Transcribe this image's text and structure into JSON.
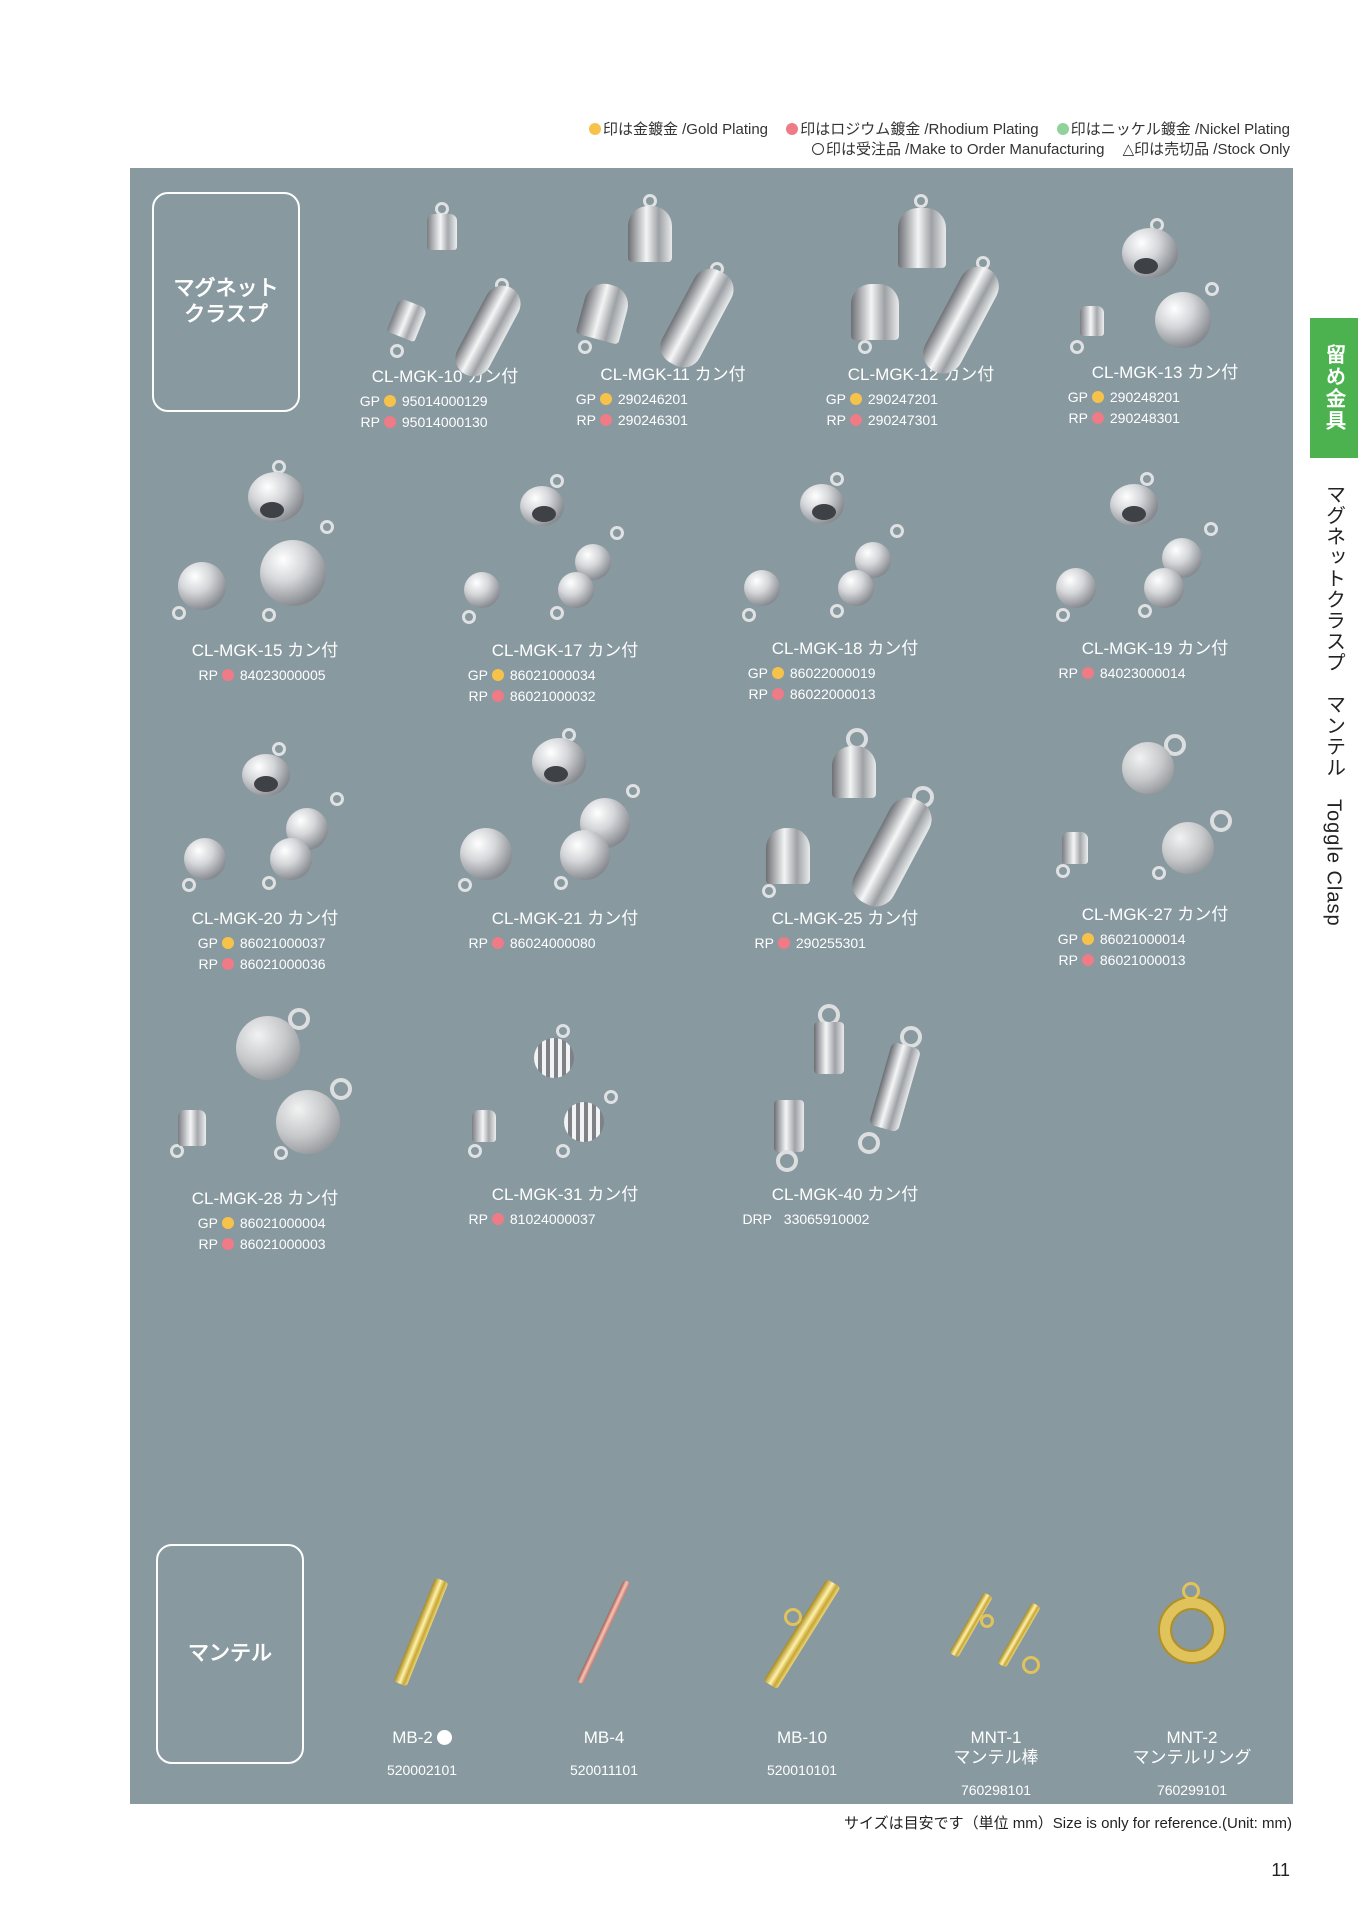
{
  "legend": {
    "gold": "印は金鍍金 /Gold Plating",
    "rhodium": "印はロジウム鍍金 /Rhodium Plating",
    "nickel": "印はニッケル鍍金 /Nickel Plating",
    "order": "印は受注品 /Make to Order Manufacturing",
    "stock": "△印は売切品 /Stock Only"
  },
  "colors": {
    "gold": "#f6c24a",
    "rhodium": "#ee7b86",
    "nickel": "#8fd39b",
    "panel": "#8899a0",
    "tab": "#4cb14f"
  },
  "section_magnet": "マグネット\nクラスプ",
  "section_mantel": "マンテル",
  "products": [
    {
      "name": "CL-MGK-10 カン付",
      "codes": [
        {
          "label": "GP",
          "dot": "gold",
          "code": "95014000129"
        },
        {
          "label": "RP",
          "dot": "rose",
          "code": "95014000130"
        }
      ]
    },
    {
      "name": "CL-MGK-11 カン付",
      "codes": [
        {
          "label": "GP",
          "dot": "gold",
          "code": "290246201"
        },
        {
          "label": "RP",
          "dot": "rose",
          "code": "290246301"
        }
      ]
    },
    {
      "name": "CL-MGK-12 カン付",
      "codes": [
        {
          "label": "GP",
          "dot": "gold",
          "code": "290247201"
        },
        {
          "label": "RP",
          "dot": "rose",
          "code": "290247301"
        }
      ]
    },
    {
      "name": "CL-MGK-13 カン付",
      "codes": [
        {
          "label": "GP",
          "dot": "gold",
          "code": "290248201"
        },
        {
          "label": "RP",
          "dot": "rose",
          "code": "290248301"
        }
      ]
    },
    {
      "name": "CL-MGK-15 カン付",
      "codes": [
        {
          "label": "RP",
          "dot": "rose",
          "code": "84023000005"
        }
      ]
    },
    {
      "name": "CL-MGK-17 カン付",
      "codes": [
        {
          "label": "GP",
          "dot": "gold",
          "code": "86021000034"
        },
        {
          "label": "RP",
          "dot": "rose",
          "code": "86021000032"
        }
      ]
    },
    {
      "name": "CL-MGK-18 カン付",
      "codes": [
        {
          "label": "GP",
          "dot": "gold",
          "code": "86022000019"
        },
        {
          "label": "RP",
          "dot": "rose",
          "code": "86022000013"
        }
      ]
    },
    {
      "name": "CL-MGK-19 カン付",
      "codes": [
        {
          "label": "RP",
          "dot": "rose",
          "code": "84023000014"
        }
      ]
    },
    {
      "name": "CL-MGK-20 カン付",
      "codes": [
        {
          "label": "GP",
          "dot": "gold",
          "code": "86021000037"
        },
        {
          "label": "RP",
          "dot": "rose",
          "code": "86021000036"
        }
      ]
    },
    {
      "name": "CL-MGK-21 カン付",
      "codes": [
        {
          "label": "RP",
          "dot": "rose",
          "code": "86024000080"
        }
      ]
    },
    {
      "name": "CL-MGK-25 カン付",
      "codes": [
        {
          "label": "RP",
          "dot": "rose",
          "code": "290255301"
        }
      ]
    },
    {
      "name": "CL-MGK-27 カン付",
      "codes": [
        {
          "label": "GP",
          "dot": "gold",
          "code": "86021000014"
        },
        {
          "label": "RP",
          "dot": "rose",
          "code": "86021000013"
        }
      ]
    },
    {
      "name": "CL-MGK-28 カン付",
      "codes": [
        {
          "label": "GP",
          "dot": "gold",
          "code": "86021000004"
        },
        {
          "label": "RP",
          "dot": "rose",
          "code": "86021000003"
        }
      ]
    },
    {
      "name": "CL-MGK-31 カン付",
      "codes": [
        {
          "label": "RP",
          "dot": "rose",
          "code": "81024000037"
        }
      ]
    },
    {
      "name": "CL-MGK-40 カン付",
      "codes": [
        {
          "label": "DRP",
          "dot": "",
          "code": "33065910002"
        }
      ]
    }
  ],
  "mantel": [
    {
      "name": "MB-2",
      "code": "520002101"
    },
    {
      "name": "MB-4",
      "code": "520011101"
    },
    {
      "name": "MB-10",
      "code": "520010101"
    },
    {
      "name": "MNT-1\nマンテル棒",
      "code": "760298101"
    },
    {
      "name": "MNT-2\nマンテルリング",
      "code": "760299101"
    }
  ],
  "tab": "留め金具",
  "side": "マグネットクラスプ　マンテル　Toggle Clasp",
  "footnote": "サイズは目安です（単位 mm）Size is only for reference.(Unit: mm)",
  "page_number": "11"
}
